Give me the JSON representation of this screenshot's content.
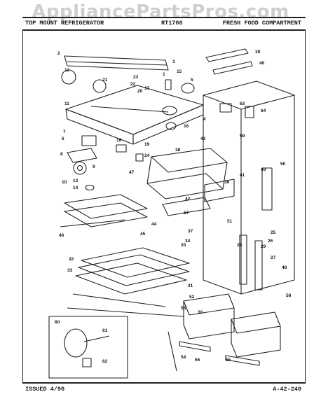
{
  "watermark": "AppliancePartsPros.com",
  "header": {
    "left": "TOP MOUNT REFRIGERATOR",
    "mid": "RT1708",
    "right": "FRESH FOOD COMPARTMENT"
  },
  "footer": {
    "issued": "ISSUED 4/90",
    "code": "A-42-240"
  },
  "callouts": [
    "1",
    "2",
    "3",
    "4",
    "5",
    "6",
    "7",
    "8",
    "9",
    "10",
    "11",
    "12",
    "13",
    "14",
    "15",
    "16",
    "17",
    "18",
    "19",
    "20",
    "21",
    "22",
    "23",
    "24",
    "25",
    "26",
    "27",
    "28",
    "29",
    "30",
    "31",
    "32",
    "33",
    "34",
    "35",
    "36",
    "37",
    "38",
    "39",
    "40",
    "41",
    "42",
    "43",
    "44",
    "45",
    "46",
    "47",
    "48",
    "49",
    "50",
    "51",
    "52",
    "53",
    "54",
    "55",
    "56",
    "57",
    "58",
    "59",
    "60",
    "61",
    "62",
    "63",
    "64"
  ]
}
